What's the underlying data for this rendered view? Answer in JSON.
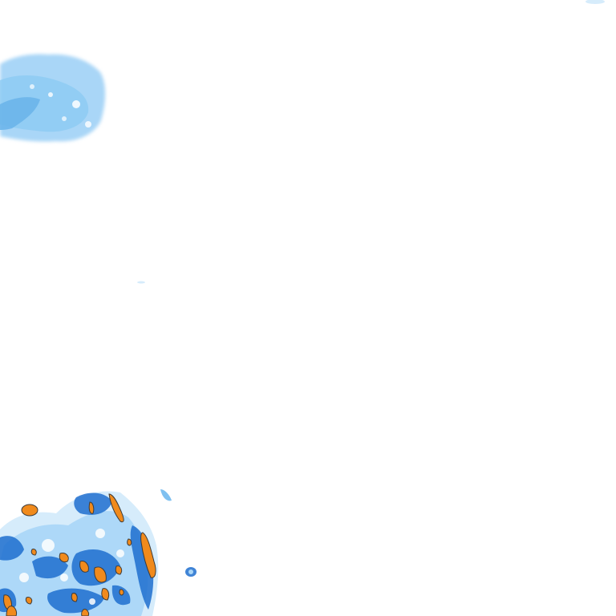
{
  "map": {
    "layer": "precipitation-radar-tile",
    "background": "#ffffff",
    "legend_colors": {
      "very_light": "#d6ecfb",
      "light": "#a9d6f7",
      "moderate": "#7fc0f0",
      "heavy_blue": "#1e6fcf",
      "intense_outline": "#1a4fa0",
      "intense_fill": "#f08a1c",
      "intense_edge": "#4a3a2a"
    },
    "visible_features": [
      "light-precip-cell-top-left",
      "intense-storm-cluster-bottom-left",
      "isolated-speck-top-right",
      "isolated-speck-mid-left"
    ]
  }
}
